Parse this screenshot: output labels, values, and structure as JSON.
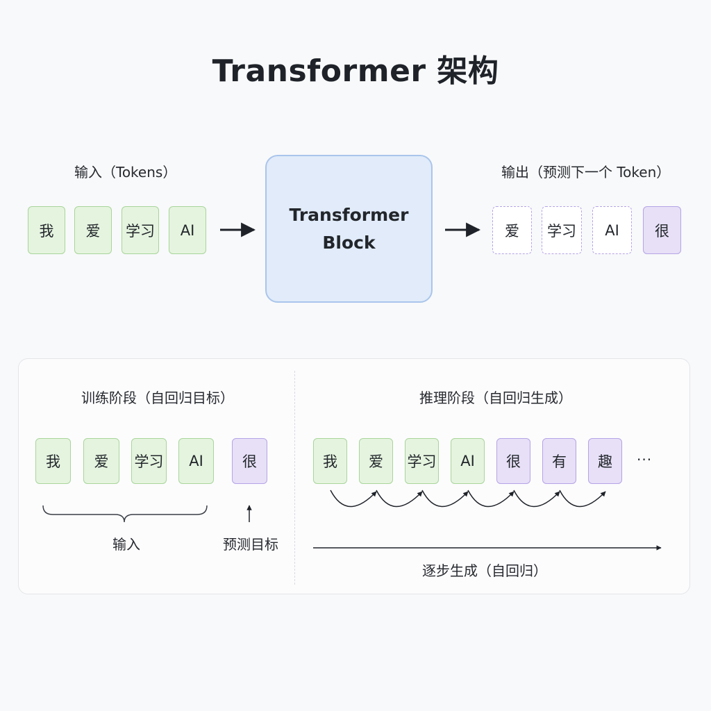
{
  "title": "Transformer 架构",
  "input_label": "输入（Tokens）",
  "output_label": "输出（预测下一个 Token）",
  "input_tokens": [
    "我",
    "爱",
    "学习",
    "AI"
  ],
  "transformer_block": {
    "line1": "Transformer",
    "line2": "Block"
  },
  "output_tokens": [
    "爱",
    "学习",
    "AI",
    "很"
  ],
  "training": {
    "title": "训练阶段（自回归目标）",
    "input_tokens": [
      "我",
      "爱",
      "学习",
      "AI"
    ],
    "target_token": "很",
    "input_label": "输入",
    "target_label": "预测目标"
  },
  "inference": {
    "title": "推理阶段（自回归生成）",
    "tokens": [
      "我",
      "爱",
      "学习",
      "AI",
      "很",
      "有",
      "趣"
    ],
    "ellipsis": "···",
    "progress_label": "逐步生成（自回归）"
  },
  "colors": {
    "input_fill": "#e5f4df",
    "input_border": "#a8d59a",
    "predicted_fill": "#e7e0f7",
    "predicted_border": "#b5a3e6",
    "block_fill": "#e1ebf9",
    "block_border": "#a9c5ec"
  }
}
